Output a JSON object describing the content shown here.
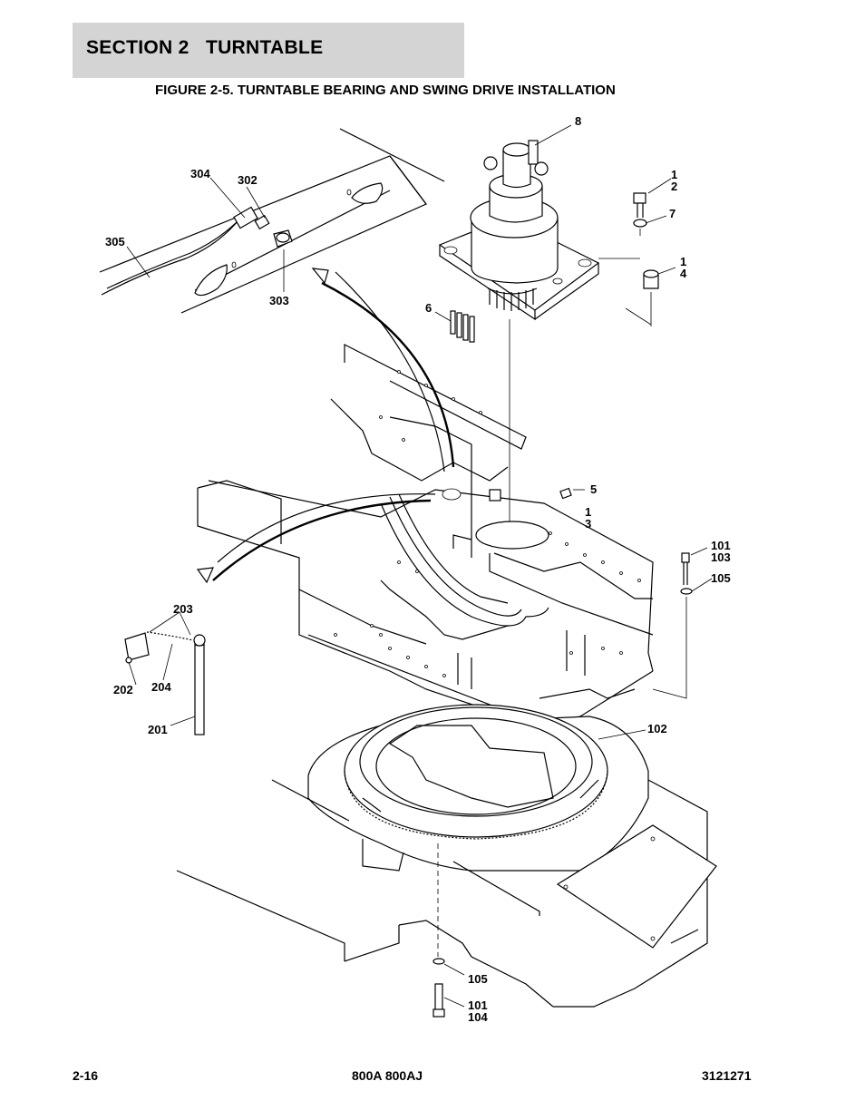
{
  "header": {
    "section_title": "SECTION 2   TURNTABLE",
    "figure_title": "FIGURE 2-5. TURNTABLE BEARING AND SWING DRIVE INSTALLATION"
  },
  "callouts": {
    "c8": "8",
    "c12": "1\n2",
    "c7": "7",
    "c14": "1\n4",
    "c304": "304",
    "c302": "302",
    "c305": "305",
    "c303": "303",
    "c6": "6",
    "c5": "5",
    "c13": "1\n3",
    "c101_103": "101\n103",
    "c105_top": "105",
    "c203": "203",
    "c202": "202",
    "c204": "204",
    "c201": "201",
    "c102": "102",
    "c105_bottom": "105",
    "c101_104": "101\n104"
  },
  "footer": {
    "page_number": "2-16",
    "model": "800A 800AJ",
    "doc_number": "3121271"
  }
}
